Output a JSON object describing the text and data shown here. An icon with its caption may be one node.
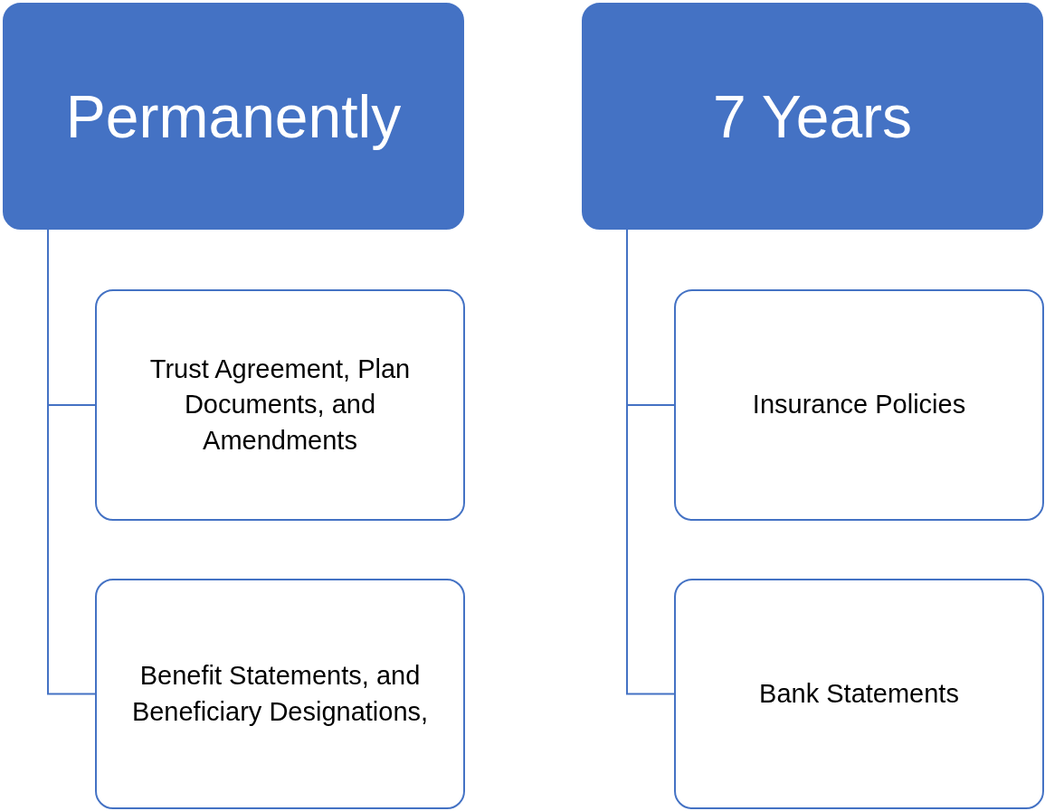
{
  "diagram": {
    "nodes": [
      {
        "text": [
          "Permanently"
        ]
      },
      {
        "text": [
          "Trust Agreement, Plan Documents, and Amendments"
        ]
      },
      {
        "text": [
          "Benefit Statements, and Beneficiary Designations,"
        ]
      },
      {
        "text": [
          "7 Years"
        ]
      },
      {
        "text": [
          "Insurance Policies"
        ]
      },
      {
        "text": [
          "Bank Statements"
        ]
      }
    ],
    "edges": [
      {
        "from": 0,
        "to": 1,
        "arrow": "none"
      },
      {
        "from": 0,
        "to": 2,
        "arrow": "none"
      },
      {
        "from": 3,
        "to": 4,
        "arrow": "none"
      },
      {
        "from": 3,
        "to": 5,
        "arrow": "none"
      }
    ]
  }
}
